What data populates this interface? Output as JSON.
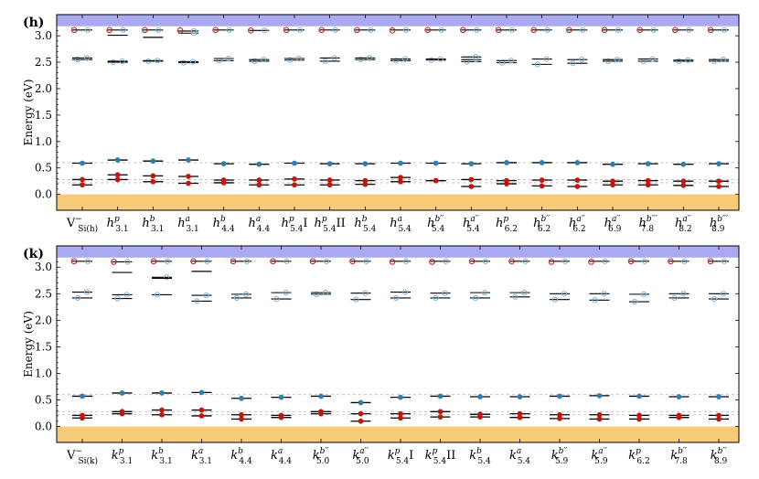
{
  "figure": {
    "background": "#ffffff"
  },
  "style": {
    "conduction_band_color": "#aaaaf2",
    "valence_band_color": "#f8cb78",
    "level_line_color": "#000000",
    "guide_line_color": "#bbbbbb",
    "red_marker": "#c0170f",
    "blue_marker": "#2e7fab",
    "light_blue_marker": "#7cb1d6"
  },
  "chart_data": [
    {
      "id": "h",
      "type": "scatter",
      "panel_label": "(h)",
      "title": "",
      "ylabel": "Energy (eV)",
      "xlabel": "",
      "ylim": [
        -0.3,
        3.4
      ],
      "yticks": [
        "0.0",
        "0.5",
        "1.0",
        "1.5",
        "2.0",
        "2.5",
        "3.0"
      ],
      "ytick_values": [
        0,
        0.5,
        1,
        1.5,
        2,
        2.5,
        3
      ],
      "grid": false,
      "legend": "none",
      "bands": {
        "valence_top": 0.0,
        "conduction_bottom": 3.18
      },
      "guide_lines": [
        0.22,
        0.28,
        0.6
      ],
      "categories": [
        {
          "base": "V",
          "sup": "−",
          "sub": "Si(h)"
        },
        {
          "base": "h",
          "sup": "p",
          "sub": "3.1"
        },
        {
          "base": "h",
          "sup": "b",
          "sub": "3.1"
        },
        {
          "base": "h",
          "sup": "a",
          "sub": "3.1"
        },
        {
          "base": "h",
          "sup": "b",
          "sub": "4.4"
        },
        {
          "base": "h",
          "sup": "a",
          "sub": "4.4"
        },
        {
          "base": "h",
          "sup": "p",
          "sub": "5.4",
          "suffix": "I"
        },
        {
          "base": "h",
          "sup": "p",
          "sub": "5.4",
          "suffix": "II"
        },
        {
          "base": "h",
          "sup": "b",
          "sub": "5.4"
        },
        {
          "base": "h",
          "sup": "a",
          "sub": "5.4"
        },
        {
          "base": "h",
          "sup": "b′′",
          "sub": "5.4"
        },
        {
          "base": "h",
          "sup": "a′′",
          "sub": "5.4"
        },
        {
          "base": "h",
          "sup": "p",
          "sub": "6.2"
        },
        {
          "base": "h",
          "sup": "b′′",
          "sub": "6.2"
        },
        {
          "base": "h",
          "sup": "a′′",
          "sub": "6.2"
        },
        {
          "base": "h",
          "sup": "a′′",
          "sub": "6.9"
        },
        {
          "base": "h",
          "sup": "b′′′",
          "sub": "7.8"
        },
        {
          "base": "h",
          "sup": "a′′",
          "sub": "8.2"
        },
        {
          "base": "h",
          "sup": "b′′′",
          "sub": "8.9"
        }
      ],
      "series": [
        {
          "role": "occupied_red",
          "levels": [
            [
              0.18,
              0.28
            ],
            [
              0.28,
              0.37
            ],
            [
              0.24,
              0.35
            ],
            [
              0.21,
              0.34
            ],
            [
              0.22,
              0.27
            ],
            [
              0.18,
              0.27
            ],
            [
              0.18,
              0.29
            ],
            [
              0.18,
              0.27
            ],
            [
              0.19,
              0.26
            ],
            [
              0.24,
              0.32
            ],
            [
              0.26,
              0.26
            ],
            [
              0.15,
              0.28
            ],
            [
              0.2,
              0.26
            ],
            [
              0.16,
              0.27
            ],
            [
              0.15,
              0.27
            ],
            [
              0.18,
              0.25
            ],
            [
              0.18,
              0.26
            ],
            [
              0.17,
              0.25
            ],
            [
              0.15,
              0.25
            ]
          ]
        },
        {
          "role": "occupied_blue",
          "levels": [
            [
              0.59
            ],
            [
              0.65
            ],
            [
              0.63
            ],
            [
              0.65
            ],
            [
              0.58
            ],
            [
              0.57
            ],
            [
              0.59
            ],
            [
              0.58
            ],
            [
              0.58
            ],
            [
              0.59
            ],
            [
              0.59
            ],
            [
              0.58
            ],
            [
              0.6
            ],
            [
              0.6
            ],
            [
              0.6
            ],
            [
              0.57
            ],
            [
              0.58
            ],
            [
              0.57
            ],
            [
              0.58
            ]
          ]
        },
        {
          "role": "empty_blue",
          "levels": [
            [
              2.55,
              2.58,
              3.11
            ],
            [
              2.5,
              2.52,
              3.11
            ],
            [
              2.52,
              2.53,
              3.11
            ],
            [
              2.49,
              2.51,
              3.05,
              3.09
            ],
            [
              2.53,
              2.57,
              3.11
            ],
            [
              2.52,
              2.55,
              3.1
            ],
            [
              2.54,
              2.57,
              3.11
            ],
            [
              2.52,
              2.58,
              3.11
            ],
            [
              2.55,
              2.58,
              3.11
            ],
            [
              2.53,
              2.56,
              3.11
            ],
            [
              2.54,
              2.56,
              3.11
            ],
            [
              2.51,
              2.55,
              2.6,
              3.11
            ],
            [
              2.49,
              2.53,
              3.11
            ],
            [
              2.46,
              2.56,
              3.11
            ],
            [
              2.48,
              2.55,
              3.11
            ],
            [
              2.52,
              2.55,
              3.11
            ],
            [
              2.52,
              2.56,
              3.11
            ],
            [
              2.52,
              2.54,
              3.11
            ],
            [
              2.52,
              2.55,
              3.11
            ]
          ]
        },
        {
          "role": "empty_red",
          "levels": [
            [
              3.11
            ],
            [
              3.11
            ],
            [
              3.11
            ],
            [
              3.1
            ],
            [
              3.11
            ],
            [
              3.1
            ],
            [
              3.11
            ],
            [
              3.11
            ],
            [
              3.11
            ],
            [
              3.1
            ],
            [
              3.11
            ],
            [
              3.11
            ],
            [
              3.11
            ],
            [
              3.11
            ],
            [
              3.11
            ],
            [
              3.11
            ],
            [
              3.11
            ],
            [
              3.11
            ],
            [
              3.11
            ]
          ]
        },
        {
          "role": "black_levels",
          "levels": [
            [],
            [
              3.01
            ],
            [
              2.97
            ],
            [],
            [],
            [],
            [],
            [],
            [],
            [],
            [],
            [],
            [],
            [],
            [],
            [],
            [],
            [],
            []
          ]
        }
      ]
    },
    {
      "id": "k",
      "type": "scatter",
      "panel_label": "(k)",
      "title": "",
      "ylabel": "Energy (eV)",
      "xlabel": "",
      "ylim": [
        -0.3,
        3.4
      ],
      "yticks": [
        "0.0",
        "0.5",
        "1.0",
        "1.5",
        "2.0",
        "2.5",
        "3.0"
      ],
      "ytick_values": [
        0,
        0.5,
        1,
        1.5,
        2,
        2.5,
        3
      ],
      "grid": false,
      "legend": "none",
      "bands": {
        "valence_top": 0.0,
        "conduction_bottom": 3.18
      },
      "guide_lines": [
        0.22,
        0.28,
        0.6
      ],
      "categories": [
        {
          "base": "V",
          "sup": "−",
          "sub": "Si(k)"
        },
        {
          "base": "k",
          "sup": "p",
          "sub": "3.1"
        },
        {
          "base": "k",
          "sup": "b",
          "sub": "3.1"
        },
        {
          "base": "k",
          "sup": "a",
          "sub": "3.1"
        },
        {
          "base": "k",
          "sup": "b",
          "sub": "4.4"
        },
        {
          "base": "k",
          "sup": "a",
          "sub": "4.4"
        },
        {
          "base": "k",
          "sup": "b′′",
          "sub": "5.0"
        },
        {
          "base": "k",
          "sup": "a′′",
          "sub": "5.0"
        },
        {
          "base": "k",
          "sup": "p",
          "sub": "5.4",
          "suffix": "I"
        },
        {
          "base": "k",
          "sup": "p",
          "sub": "5.4",
          "suffix": "II"
        },
        {
          "base": "k",
          "sup": "b",
          "sub": "5.4"
        },
        {
          "base": "k",
          "sup": "a",
          "sub": "5.4"
        },
        {
          "base": "k",
          "sup": "b′′",
          "sub": "5.9"
        },
        {
          "base": "k",
          "sup": "a′′",
          "sub": "5.9"
        },
        {
          "base": "k",
          "sup": "p",
          "sub": "6.2"
        },
        {
          "base": "k",
          "sup": "b′′",
          "sub": "7.8"
        },
        {
          "base": "k",
          "sup": "b′′",
          "sub": "8.9"
        }
      ],
      "series": [
        {
          "role": "occupied_red",
          "levels": [
            [
              0.16,
              0.21
            ],
            [
              0.24,
              0.28
            ],
            [
              0.22,
              0.31
            ],
            [
              0.2,
              0.31
            ],
            [
              0.14,
              0.22
            ],
            [
              0.17,
              0.21
            ],
            [
              0.24,
              0.28
            ],
            [
              0.1,
              0.24
            ],
            [
              0.16,
              0.24
            ],
            [
              0.18,
              0.28
            ],
            [
              0.18,
              0.23
            ],
            [
              0.17,
              0.24
            ],
            [
              0.15,
              0.22
            ],
            [
              0.14,
              0.22
            ],
            [
              0.14,
              0.21
            ],
            [
              0.17,
              0.21
            ],
            [
              0.14,
              0.21
            ]
          ]
        },
        {
          "role": "occupied_blue",
          "levels": [
            [
              0.57
            ],
            [
              0.63
            ],
            [
              0.63
            ],
            [
              0.64
            ],
            [
              0.53
            ],
            [
              0.55
            ],
            [
              0.57
            ],
            [
              0.45
            ],
            [
              0.55
            ],
            [
              0.57
            ],
            [
              0.56
            ],
            [
              0.56
            ],
            [
              0.57
            ],
            [
              0.58
            ],
            [
              0.57
            ],
            [
              0.56
            ],
            [
              0.56
            ]
          ]
        },
        {
          "role": "empty_blue",
          "levels": [
            [
              2.42,
              2.53,
              3.11
            ],
            [
              2.41,
              2.48,
              3.1
            ],
            [
              2.48,
              2.81,
              3.11
            ],
            [
              2.36,
              2.47,
              3.11
            ],
            [
              2.42,
              2.49,
              3.11
            ],
            [
              2.4,
              2.52,
              3.11
            ],
            [
              2.49,
              2.52,
              3.11
            ],
            [
              2.39,
              2.51,
              3.11
            ],
            [
              2.42,
              2.53,
              3.11
            ],
            [
              2.42,
              2.51,
              3.11
            ],
            [
              2.42,
              2.52,
              3.11
            ],
            [
              2.44,
              2.52,
              3.11
            ],
            [
              2.39,
              2.5,
              3.11
            ],
            [
              2.38,
              2.5,
              3.11
            ],
            [
              2.35,
              2.49,
              3.11
            ],
            [
              2.42,
              2.5,
              3.11
            ],
            [
              2.4,
              2.5,
              3.11
            ]
          ]
        },
        {
          "role": "empty_red",
          "levels": [
            [
              3.11
            ],
            [
              3.1
            ],
            [
              3.11
            ],
            [
              3.11
            ],
            [
              3.11
            ],
            [
              3.11
            ],
            [
              3.11
            ],
            [
              3.11
            ],
            [
              3.1
            ],
            [
              3.1
            ],
            [
              3.11
            ],
            [
              3.11
            ],
            [
              3.1
            ],
            [
              3.1
            ],
            [
              3.11
            ],
            [
              3.11
            ],
            [
              3.11
            ]
          ]
        },
        {
          "role": "black_levels",
          "levels": [
            [],
            [
              2.9
            ],
            [
              2.79
            ],
            [
              2.92
            ],
            [],
            [],
            [],
            [],
            [],
            [],
            [],
            [],
            [],
            [],
            [],
            [],
            []
          ]
        }
      ]
    }
  ]
}
